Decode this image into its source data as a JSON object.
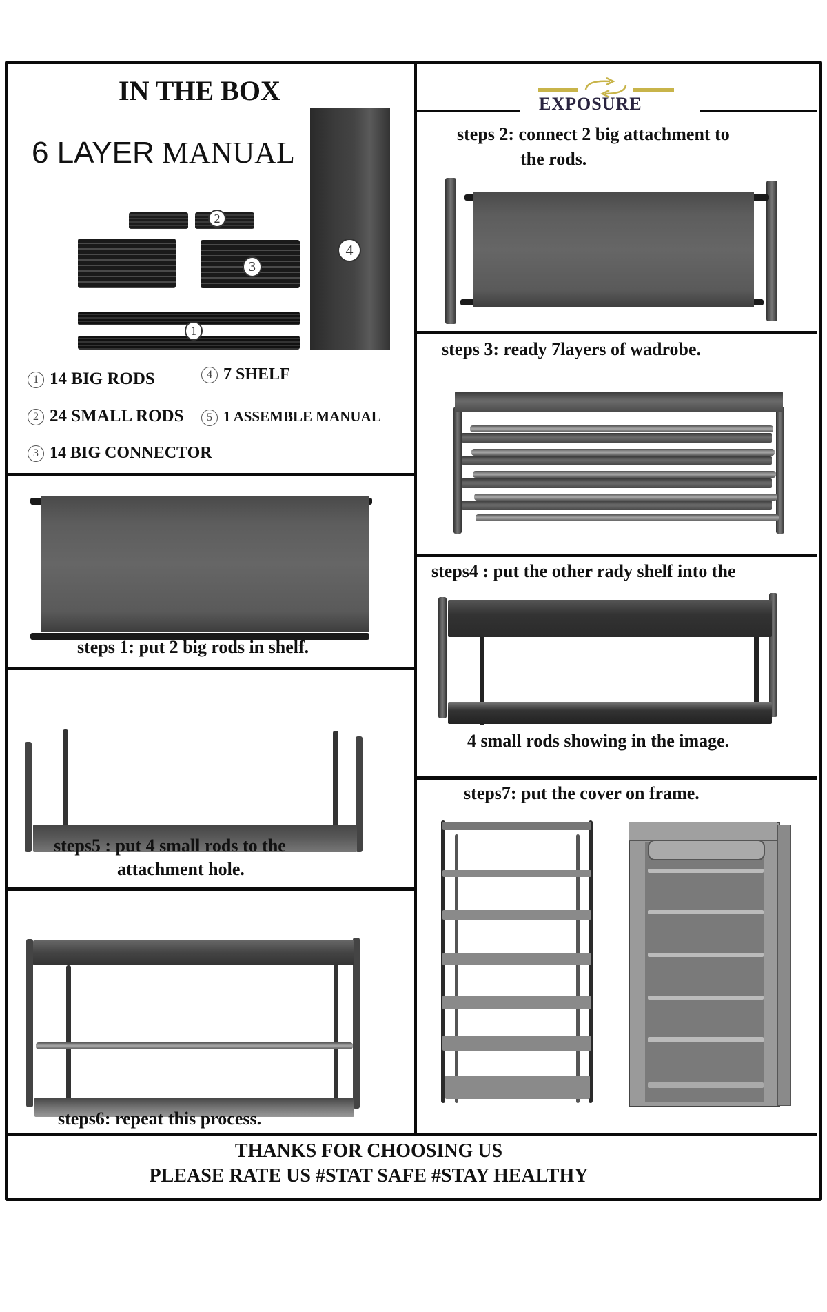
{
  "in_the_box": {
    "title": "IN THE BOX",
    "subtitle_number": "6 LAYER",
    "subtitle_word": "MANUAL",
    "image_labels": [
      "1",
      "2",
      "3",
      "4"
    ],
    "parts": [
      {
        "num": "1",
        "label": "14 BIG RODS"
      },
      {
        "num": "4",
        "label": "7 SHELF"
      },
      {
        "num": "2",
        "label": "24 SMALL RODS"
      },
      {
        "num": "5",
        "label": "1 ASSEMBLE MANUAL"
      },
      {
        "num": "3",
        "label": "14 BIG CONNECTOR"
      }
    ]
  },
  "logo": {
    "text": "EXPOSURE",
    "text_color": "#2a2440",
    "accent_color": "#c8b44a"
  },
  "steps": {
    "step1": "steps 1: put 2 big rods in shelf.",
    "step2_line1": "steps 2: connect 2 big attachment to",
    "step2_line2": "the rods.",
    "step3": "steps 3: ready  7layers of wadrobe.",
    "step4_line1": "steps4 : put the other rady shelf into the",
    "step4_line2": "4 small rods showing in the image.",
    "step5_line1": "steps5 : put 4 small rods to the",
    "step5_line2": "attachment hole.",
    "step6": "steps6: repeat this process.",
    "step7": "steps7: put the cover on frame."
  },
  "footer": {
    "line1": "THANKS FOR CHOOSING US",
    "line2": "PLEASE RATE US #STAT SAFE #STAY HEALTHY"
  }
}
